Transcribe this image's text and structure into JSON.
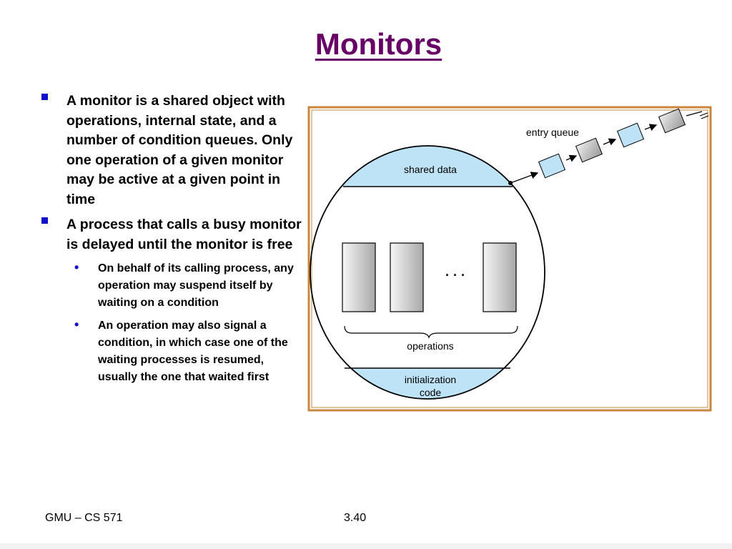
{
  "slide": {
    "title": "Monitors",
    "bullets": [
      "A monitor is a shared object with operations, internal state, and a number of condition queues.  Only one operation of a given monitor may be active at a given point in time",
      "A process that calls a busy monitor is delayed until the monitor is free"
    ],
    "sub_bullets": [
      "On behalf of its calling process, any operation may suspend itself by waiting on a condition",
      "An operation may also signal a condition, in which case one of the waiting processes is resumed, usually the one that waited first"
    ]
  },
  "diagram": {
    "entry_queue_label": "entry queue",
    "shared_data_label": "shared data",
    "operations_label": "operations",
    "ellipsis": "· · ·",
    "init_code_line1": "initialization",
    "init_code_line2": "code",
    "colors": {
      "frame_border": "#c8873e",
      "light_blue": "#bfe3f6",
      "gray_box": "#c8c8c8"
    }
  },
  "footer": {
    "course": "GMU – CS 571",
    "page": "3.40"
  },
  "colors": {
    "title": "#660066",
    "bullet": "#1010cc"
  }
}
